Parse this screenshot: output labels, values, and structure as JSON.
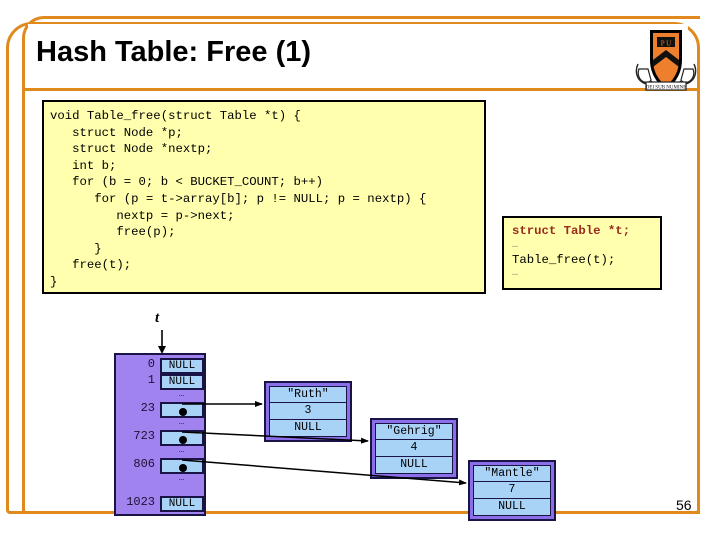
{
  "slide": {
    "title": "Hash Table: Free (1)",
    "page_number": "56",
    "accent_color": "#e08a1e",
    "code_bg_color": "#ffffae",
    "highlight_color": "#9a2a1e",
    "table_bg_color": "#a183f0",
    "cell_color": "#a9d2f7",
    "node_border_color": "#8a6fe8",
    "logo_name": "princeton-shield-logo"
  },
  "code_main": {
    "lines": [
      "void Table_free(struct Table *t) {",
      "   struct Node *p;",
      "   struct Node *nextp;",
      "   int b;",
      "   for (b = 0; b < BUCKET_COUNT; b++)",
      "      for (p = t->array[b]; p != NULL; p = nextp) {",
      "         nextp = p->next;",
      "         free(p);",
      "      }",
      "   free(t);",
      "}"
    ]
  },
  "code_caller": {
    "lines": [
      {
        "text": "struct Table *t;",
        "style": "highlight"
      },
      {
        "text": "…",
        "style": "ellipsis"
      },
      {
        "text": "Table_free(t);",
        "style": "normal"
      },
      {
        "text": "…",
        "style": "ellipsis"
      }
    ]
  },
  "diagram": {
    "pointer_label": "t",
    "buckets": [
      {
        "index": "0",
        "value": "NULL",
        "kind": "null",
        "gap_after": false
      },
      {
        "index": "1",
        "value": "NULL",
        "kind": "null",
        "gap_after": true
      },
      {
        "index": "23",
        "value": "pointer",
        "kind": "pointer",
        "gap_after": true
      },
      {
        "index": "723",
        "value": "pointer",
        "kind": "pointer",
        "gap_after": true
      },
      {
        "index": "806",
        "value": "pointer",
        "kind": "pointer",
        "gap_after": true
      },
      {
        "index": "1023",
        "value": "NULL",
        "kind": "null",
        "gap_after": false
      }
    ],
    "ellipsis": "…",
    "nodes": [
      {
        "key": "\"Ruth\"",
        "value": "3",
        "next": "NULL"
      },
      {
        "key": "\"Gehrig\"",
        "value": "4",
        "next": "NULL"
      },
      {
        "key": "\"Mantle\"",
        "value": "7",
        "next": "NULL"
      }
    ]
  }
}
